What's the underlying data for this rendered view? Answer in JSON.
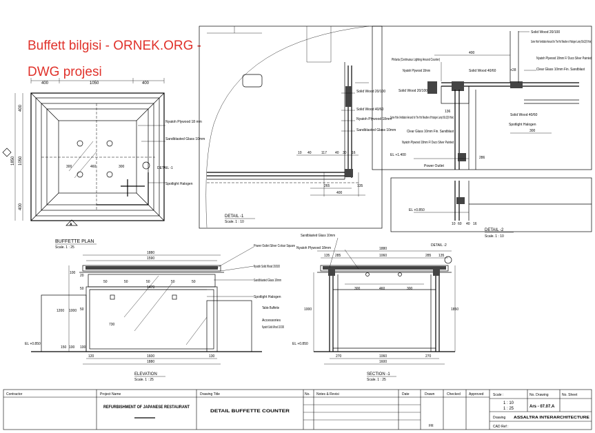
{
  "watermark": {
    "line1": "Buffett bilgisi - ORNEK.ORG -",
    "line2": "DWG projesi"
  },
  "plan": {
    "dims_top": [
      "400",
      "1050",
      "400"
    ],
    "dims_left": [
      "400",
      "1050",
      "1850",
      "400"
    ],
    "dims_inner": [
      "300",
      "460",
      "300"
    ],
    "labels": [
      "Nyatoh Plywood 18 mm",
      "Sandblasted Glass 10mm",
      "Spotlight Halogen"
    ],
    "detail_ref": "DETAIL -1",
    "section_marker": "A",
    "title": "BUFFETTE PLAN",
    "scale": "Scale.   1 : 25"
  },
  "detail1": {
    "labels": [
      "Solid Wood 20/100",
      "Solid Wood 40/60",
      "Nyatoh Plywood 18mm",
      "Sandblasted Glass 10mm"
    ],
    "dims": [
      "10",
      "40",
      "117",
      "40",
      "30",
      "16",
      "265",
      "135",
      "400"
    ],
    "title": "DETAIL   -1",
    "scale": "Scale.   1 : 10"
  },
  "detail2": {
    "labels": [
      "Solid Wood 20/100",
      "Some Hole Ventilation Around for The Hot Weather of Halogen Lamp 50x12(6 Hole)",
      "Philarta (Continuous Lighting Around Counter)",
      "Nyatoh Plywood 18mm F/ Duco Silver Painted",
      "Clear Glass 10mm Fin. Sandblast",
      "Solid Wood 40/60",
      "Nyatoh Plywood 18mm",
      "Solid Wood 20/100",
      "Spotlight Halogen",
      "Some Hole Ventilation Around for The Hot Weather of Halogen Lamp 50x12(6 Hole)",
      "Clear Glass 10mm Fin. Sandblast",
      "Nyatoh Plywood 18mm F/ Duco Silver Painted",
      "Power Outlet",
      "EL +1.400",
      "EL +0.850",
      "Solid Wood 40/60"
    ],
    "dims": [
      "400",
      "+28",
      "136",
      "300",
      "286",
      "10",
      "60",
      "40",
      "16"
    ],
    "title": "DETAIL   -2",
    "scale": "Scale.   1 : 10"
  },
  "elevation": {
    "dims_top": [
      "1880",
      "1590",
      "1470",
      "50",
      "50",
      "50",
      "50",
      "50"
    ],
    "dims_left": [
      "100",
      "20",
      "50",
      "1200",
      "1000",
      "50",
      "730",
      "100",
      "100",
      "150"
    ],
    "dims_bottom": [
      "120",
      "1600",
      "130",
      "1880"
    ],
    "labels": [
      "Power Outlet Silver Colour Square",
      "Nyatoh Solid Wood 20/100",
      "Sandblasted Glass 10mm",
      "Spotlight Halogen",
      "Table Buffette",
      "Accessories",
      "Nyatoh Solid Wood 10/100"
    ],
    "level": "EL +0.850",
    "title": "ELEVATION",
    "scale": "Scale.    1 : 25"
  },
  "section": {
    "dims_top": [
      "1880",
      "1060",
      "285",
      "135",
      "285",
      "135"
    ],
    "dims_inner": [
      "300",
      "460",
      "300"
    ],
    "dims_left": [
      "1000"
    ],
    "dims_right": [
      "1850"
    ],
    "dims_bottom": [
      "270",
      "1060",
      "270",
      "1600"
    ],
    "labels": [
      "Sandblasted Glass 10mm",
      "Nyatoh Plywood 18mm"
    ],
    "detail_ref": "DETAIL -2",
    "level": "EL +0.850",
    "title": "SECTION -1",
    "scale": "Scale.    1 : 25"
  },
  "title_block": {
    "headers": {
      "contractor": "Contractor",
      "project_name": "Project Name",
      "drawing_title": "Drawing Title",
      "no": "No.",
      "notes": "Notes & Revisi",
      "date": "Date",
      "drawn": "Drawn",
      "checked": "Checked",
      "approved": "Approved",
      "scale": "Scale :",
      "no_drawing": "No. Drawing",
      "no_sheet": "No. Sheet",
      "drawing": "Drawing",
      "cad_ref": "CAD Ref :"
    },
    "project_name": "REFURBISHMENT OF JAPANESE RESTAURANT",
    "drawing_title": "DETAIL BUFFETTE COUNTER",
    "scale_values": [
      "1 : 10",
      "1 : 25"
    ],
    "drawing_no": "Ars - 07.07.A",
    "drawing_by": "ASSALTRA INTERARCHITECTURE",
    "drawn_by": "FR"
  }
}
